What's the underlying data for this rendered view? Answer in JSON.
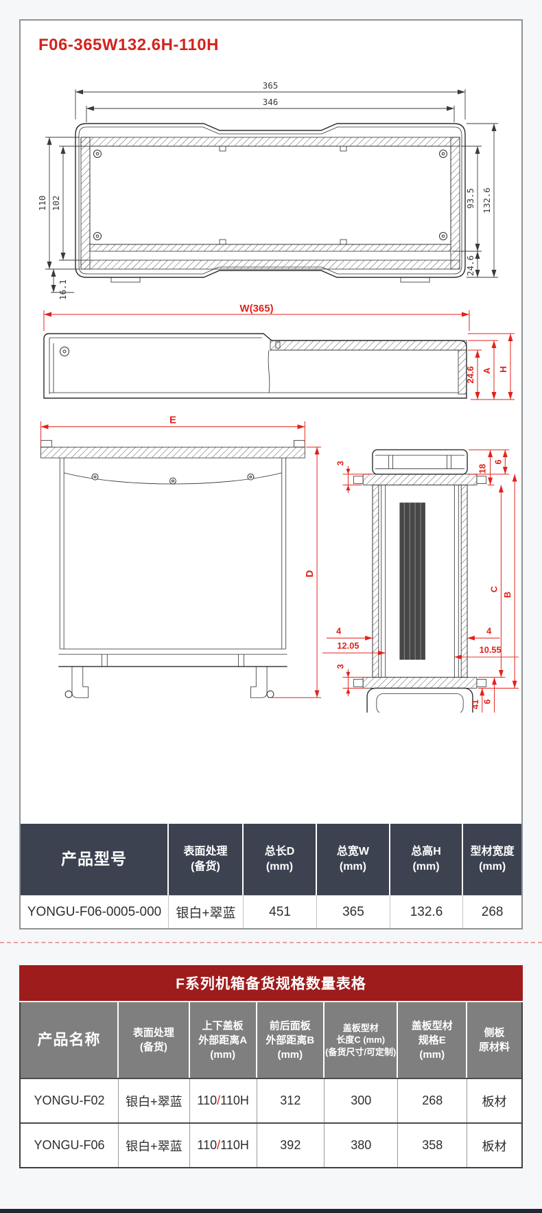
{
  "page": {
    "title": "F06-365W132.6H-110H"
  },
  "colors": {
    "accent_red": "#d3231e",
    "dim_red": "#e32119",
    "table1_header_bg": "#3c4250",
    "table2_header_bg": "#7f7f7f",
    "table2_title_bg": "#9e1c1c"
  },
  "drawing1": {
    "dims": {
      "total_width": "365",
      "inner_width": "346",
      "left_outer": "110",
      "left_inner": "102",
      "right_upper": "93.5",
      "right_total": "132.6",
      "right_lower": "24.6",
      "bottom_left": "16.1"
    }
  },
  "drawing2": {
    "dims": {
      "width": "W(365)",
      "depth": "24.6",
      "a": "A",
      "h": "H"
    }
  },
  "drawing3": {
    "dims": {
      "e": "E",
      "d": "D",
      "top_left_3": "3",
      "top_right_18": "18",
      "top_right_6": "6",
      "c": "C",
      "b": "B",
      "left_4": "4",
      "right_4": "4",
      "left_12_05": "12.05",
      "right_10_55": "10.55",
      "bottom_left_3": "3",
      "bottom_41": "41",
      "bottom_right_6": "6"
    }
  },
  "table1": {
    "headers": [
      "产品型号",
      "表面处理\n(备货)",
      "总长D\n(mm)",
      "总宽W\n(mm)",
      "总高H\n(mm)",
      "型材宽度\n(mm)"
    ],
    "row": [
      "YONGU-F06-0005-000",
      "银白+翠蓝",
      "451",
      "365",
      "132.6",
      "268"
    ]
  },
  "table2": {
    "title": "F系列机箱备货规格数量表格",
    "headers": [
      "产品名称",
      "表面处理\n(备货)",
      "上下盖板\n外部距离A\n(mm)",
      "前后面板\n外部距离B\n(mm)",
      "盖板型材\n长度C (mm)\n(备货尺寸/可定制)",
      "盖板型材\n规格E\n(mm)",
      "侧板\n原材料"
    ],
    "rows": [
      {
        "name": "YONGU-F02",
        "finish": "银白+翠蓝",
        "cover_pre": "110",
        "cover_slash": "/",
        "cover_post": "110H",
        "panel_b": "312",
        "length_c": "300",
        "spec_e": "268",
        "material": "板材"
      },
      {
        "name": "YONGU-F06",
        "finish": "银白+翠蓝",
        "cover_pre": "110",
        "cover_slash": "/",
        "cover_post": "110H",
        "panel_b": "392",
        "length_c": "380",
        "spec_e": "358",
        "material": "板材"
      }
    ]
  }
}
